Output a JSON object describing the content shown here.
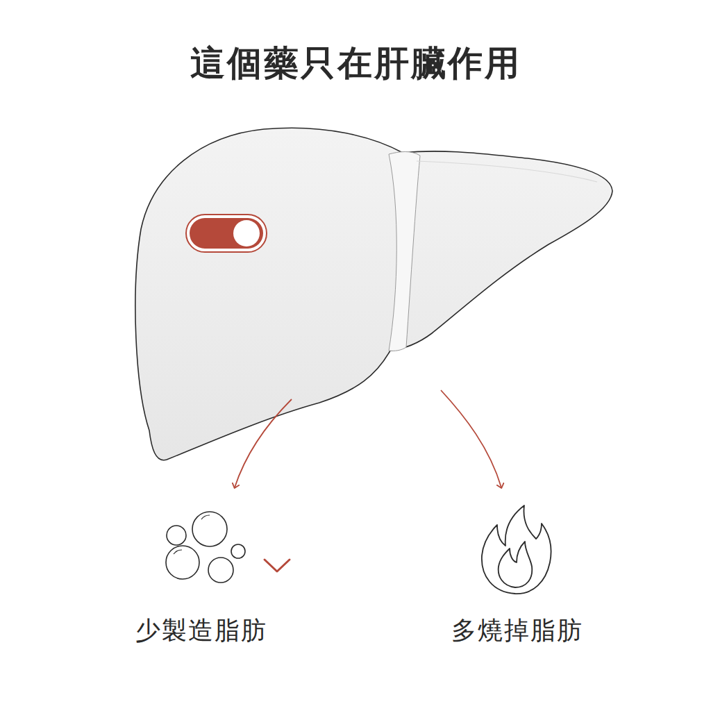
{
  "diagram": {
    "title": "這個藥只在肝臟作用",
    "labels": [
      "少製造脂肪",
      "多燒掉脂肪"
    ]
  }
}
